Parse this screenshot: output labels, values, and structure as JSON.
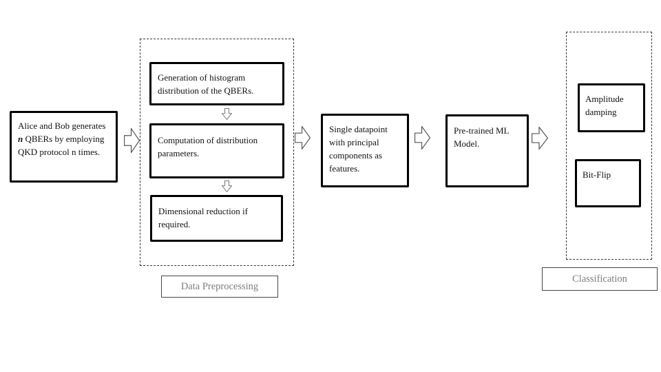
{
  "flow": {
    "source_box": {
      "text_pre": "Alice and Bob generates ",
      "n_emphasis": "n",
      "text_post": " QBERs by employing QKD protocol n times."
    },
    "preprocessing": {
      "steps": [
        "Generation of histogram distribution of the QBERs.",
        "Computation of distribution parameters.",
        "Dimensional reduction if required."
      ],
      "label": "Data Preprocessing"
    },
    "datapoint_box": "Single datapoint with principal components as features.",
    "model_box": "Pre-trained ML Model.",
    "classification": {
      "classes": [
        "Amplitude damping",
        "Bit-Flip"
      ],
      "label": "Classification"
    }
  },
  "colors": {
    "box_border": "#000000",
    "dashed_border": "#333333",
    "caption_text": "#7d7d7d",
    "arrow_outline": "#555555",
    "background": "#ffffff"
  }
}
